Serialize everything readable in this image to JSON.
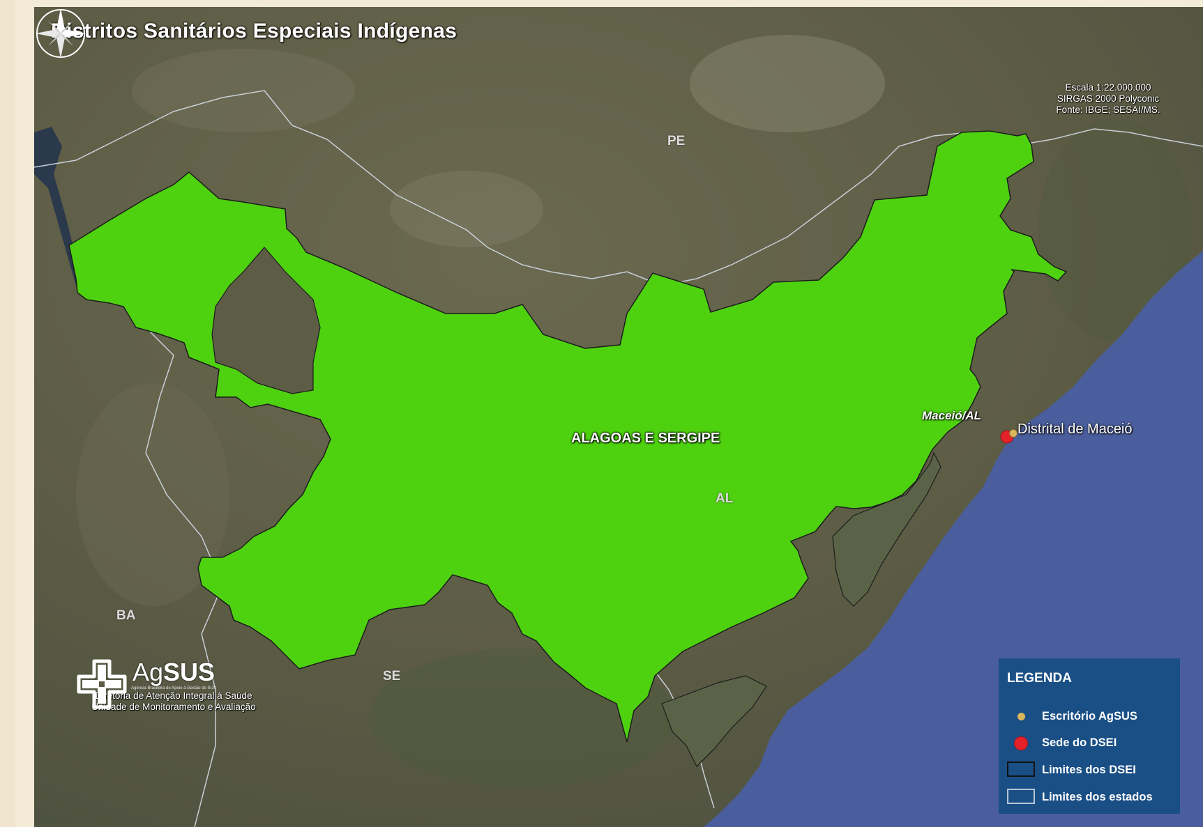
{
  "map": {
    "title": "Distritos Sanitários Especiais Indígenas",
    "info_lines": [
      "Escala 1:22.000.000",
      "SIRGAS 2000 Polyconic",
      "Fonte: IBGE; SESAI/MS."
    ],
    "district_name": "ALAGOAS E SERGIPE",
    "states": {
      "pe": "PE",
      "al": "AL",
      "ba": "BA",
      "se": "SE"
    },
    "hq_city": "Maceió/AL",
    "office_label": "Distrital de Maceió",
    "colors": {
      "district_fill": "#4ed20f",
      "ocean": "#4a5e9d",
      "land": "#5f5d45",
      "state_border": "#c8cfd8",
      "dsei_border": "#1c1c1c",
      "office_dot": "#d9b659",
      "hq_dot": "#e5222a",
      "legend_bg": "#1a4f86"
    }
  },
  "logo": {
    "name_prefix": "Ag",
    "name_bold": "SUS",
    "tagline": "Agência Brasileira de Apoio à Gestão do SUS",
    "lines": [
      "Diretoria de Atenção Integral à Saúde",
      "Unidade de Monitoramento e Avaliação"
    ]
  },
  "legend": {
    "title": "LEGENDA",
    "items": [
      {
        "label": "Escritório AgSUS",
        "symbol": "office-dot"
      },
      {
        "label": "Sede do DSEI",
        "symbol": "hq-dot"
      },
      {
        "label": "Limites dos DSEI",
        "symbol": "dsei-box"
      },
      {
        "label": "Limites dos estados",
        "symbol": "state-box"
      }
    ]
  }
}
